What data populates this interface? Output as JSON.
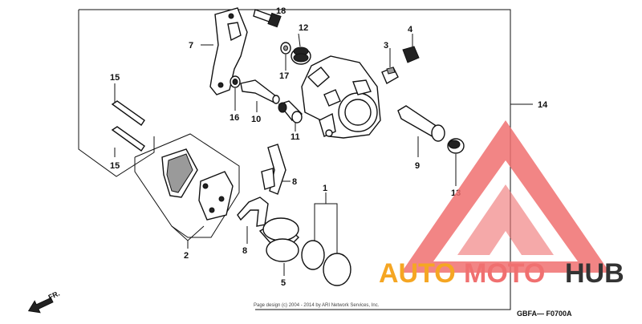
{
  "diagram": {
    "callouts": [
      "18",
      "12",
      "7",
      "3",
      "4",
      "15",
      "17",
      "16",
      "10",
      "11",
      "14",
      "9",
      "15",
      "13",
      "8",
      "1",
      "2",
      "8",
      "5"
    ],
    "copyright": "Page design (c) 2004 - 2014 by ARI Network Services, Inc.",
    "code": "GBFA— F0700A",
    "direction": "FR.",
    "watermark": {
      "part1": "AUTO",
      "part2": "MOTO",
      "part3": "HUB"
    },
    "colors": {
      "orange": "#f5a623",
      "red": "#f07070",
      "dark": "#333333",
      "line": "#111111"
    }
  }
}
